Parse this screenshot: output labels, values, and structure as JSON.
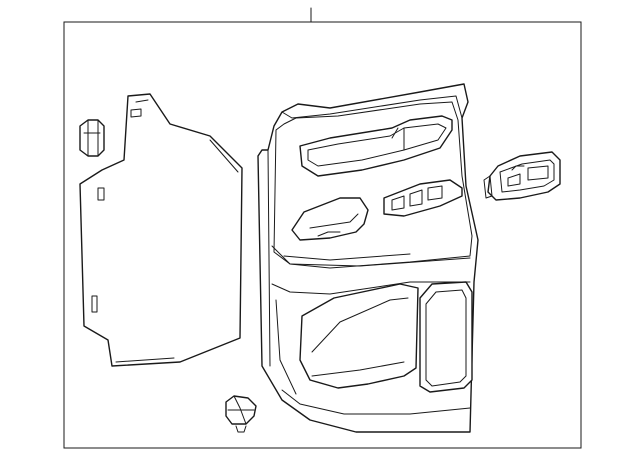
{
  "diagram": {
    "parts": [
      {
        "name": "door-trim-panel",
        "label": ""
      },
      {
        "name": "water-deflector",
        "label": ""
      },
      {
        "name": "deflector-clip",
        "label": ""
      },
      {
        "name": "inside-handle",
        "label": ""
      },
      {
        "name": "push-pin-retainer",
        "label": ""
      }
    ]
  }
}
